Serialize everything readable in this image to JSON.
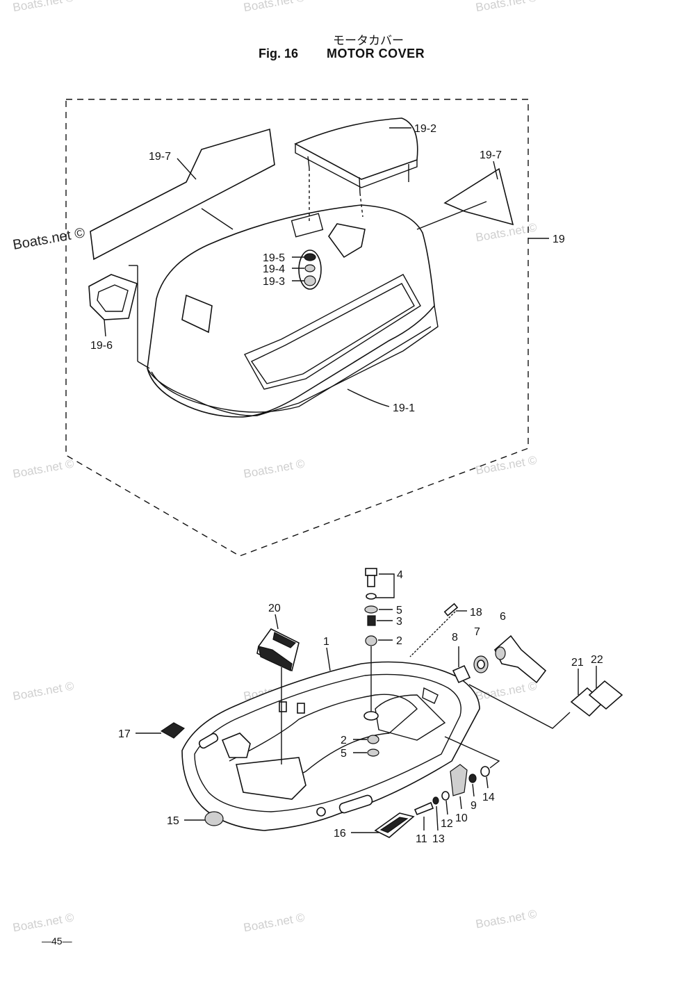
{
  "header": {
    "title_jp": "モータカバー",
    "fig_label": "Fig. 16",
    "title_en": "MOTOR COVER"
  },
  "footer": {
    "page_number": "—45—"
  },
  "watermark": {
    "text": "Boats.net ©"
  },
  "callouts": {
    "c19_7a": "19-7",
    "c19_2": "19-2",
    "c19_7b": "19-7",
    "c19": "19",
    "c19_5": "19-5",
    "c19_4": "19-4",
    "c19_3": "19-3",
    "c19_6": "19-6",
    "c19_1": "19-1",
    "c4": "4",
    "c5a": "5",
    "c3": "3",
    "c2a": "2",
    "c18": "18",
    "c6": "6",
    "c7": "7",
    "c8": "8",
    "c20": "20",
    "c1": "1",
    "c21": "21",
    "c22": "22",
    "c17": "17",
    "c2b": "2",
    "c5b": "5",
    "c14": "14",
    "c9": "9",
    "c10": "10",
    "c12": "12",
    "c13": "13",
    "c11": "11",
    "c16": "16",
    "c15": "15"
  }
}
